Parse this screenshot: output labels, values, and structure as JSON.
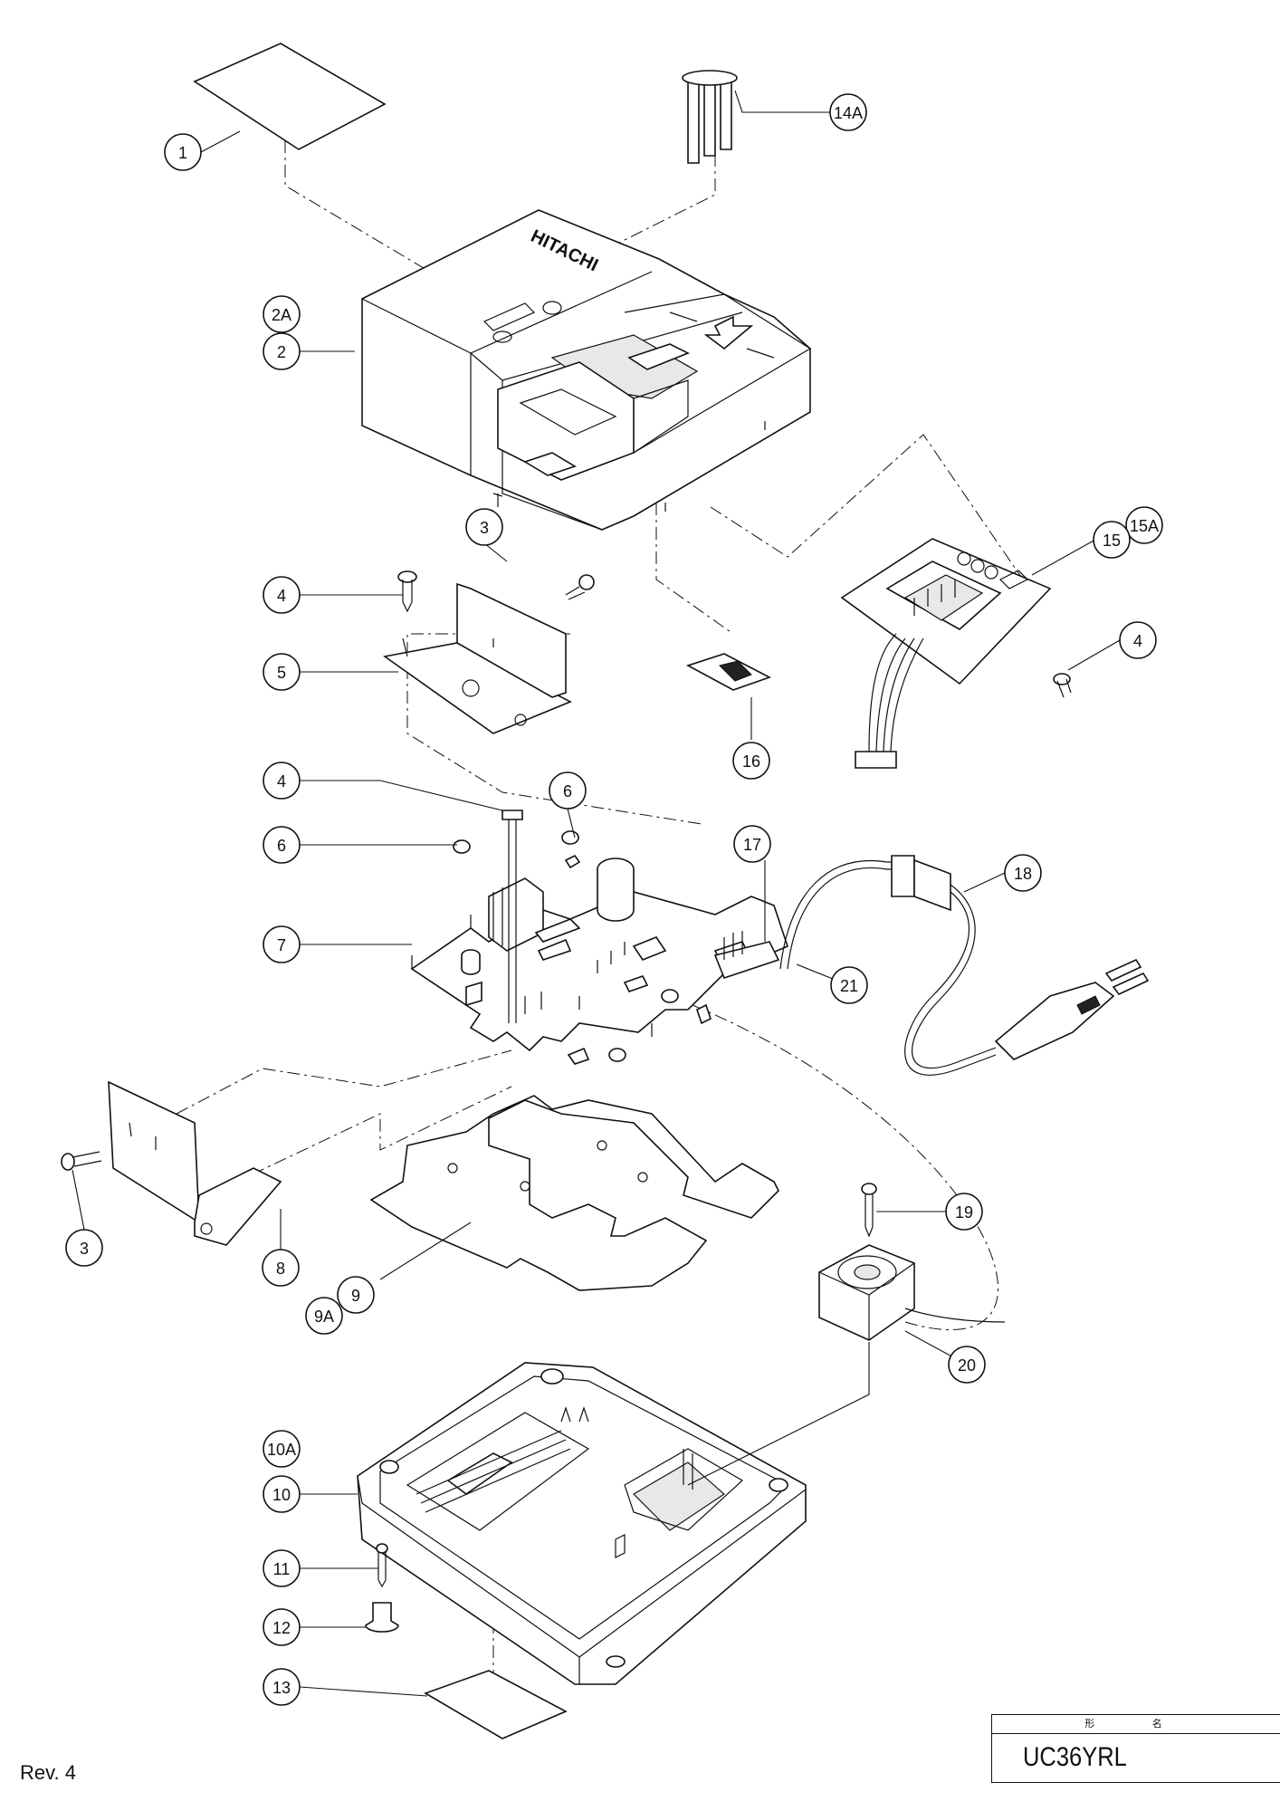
{
  "brand_mark": "HITACHI",
  "model": "UC36YRL",
  "title_header": "形 名",
  "revision": "Rev. 4",
  "callouts": [
    "1",
    "14A",
    "2A",
    "2",
    "3",
    "4",
    "5",
    "15A",
    "15",
    "4",
    "16",
    "6",
    "4",
    "6",
    "17",
    "18",
    "7",
    "21",
    "3",
    "8",
    "9",
    "9A",
    "19",
    "20",
    "10A",
    "10",
    "11",
    "12",
    "13"
  ]
}
